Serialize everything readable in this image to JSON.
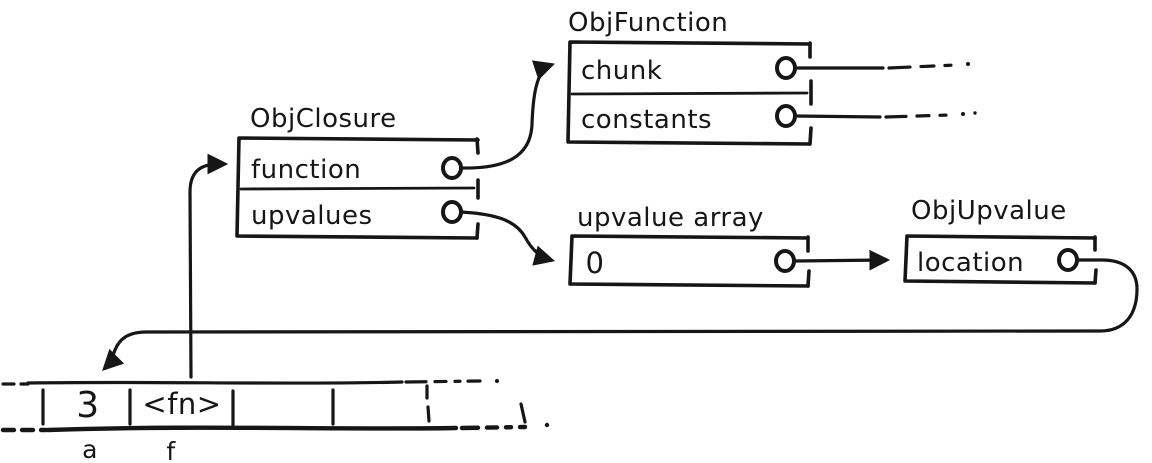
{
  "colors": {
    "ink": "#161616",
    "paper": "#ffffff"
  },
  "objclosure": {
    "title": "ObjClosure",
    "fields": [
      {
        "label": "function"
      },
      {
        "label": "upvalues"
      }
    ]
  },
  "objfunction": {
    "title": "ObjFunction",
    "fields": [
      {
        "label": "chunk"
      },
      {
        "label": "constants"
      }
    ]
  },
  "upvalue_array": {
    "title": "upvalue array",
    "cells": [
      {
        "label": "0"
      }
    ]
  },
  "objupvalue": {
    "title": "ObjUpvalue",
    "fields": [
      {
        "label": "location"
      }
    ]
  },
  "stack": {
    "cells": [
      "",
      "3",
      "<fn>",
      "",
      ""
    ],
    "slot_labels": [
      {
        "text": "a"
      },
      {
        "text": "f"
      }
    ]
  }
}
